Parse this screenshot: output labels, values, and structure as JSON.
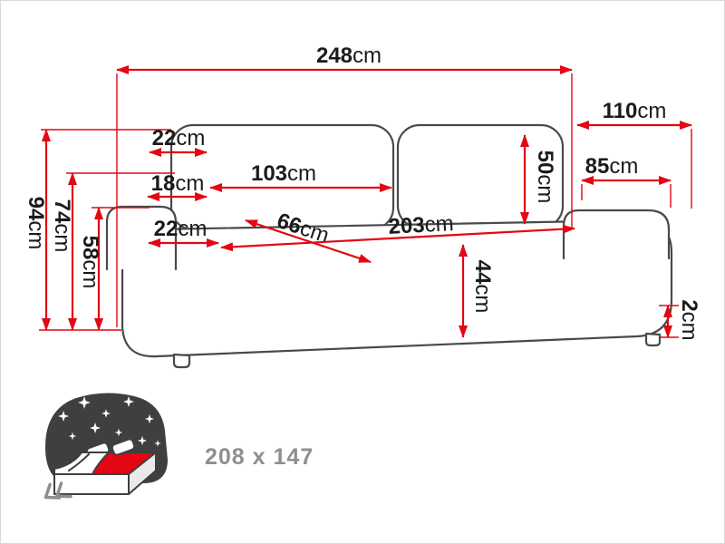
{
  "diagram": {
    "unit": "cm",
    "labels": {
      "total_width": {
        "value": "248",
        "unit": "cm"
      },
      "total_depth": {
        "value": "110",
        "unit": "cm"
      },
      "inner_depth": {
        "value": "85",
        "unit": "cm"
      },
      "total_height": {
        "value": "94",
        "unit": "cm"
      },
      "backrest_height": {
        "value": "74",
        "unit": "cm"
      },
      "armrest_height": {
        "value": "58",
        "unit": "cm"
      },
      "armrest_top_width": {
        "value": "22",
        "unit": "cm"
      },
      "cushion_thickness": {
        "value": "18",
        "unit": "cm"
      },
      "cushion_width": {
        "value": "103",
        "unit": "cm"
      },
      "cushion_height": {
        "value": "50",
        "unit": "cm"
      },
      "armrest_width": {
        "value": "22",
        "unit": "cm"
      },
      "seat_depth": {
        "value": "66",
        "unit": "cm"
      },
      "seat_width": {
        "value": "203",
        "unit": "cm"
      },
      "base_height": {
        "value": "44",
        "unit": "cm"
      },
      "leg_height": {
        "value": "2",
        "unit": "cm"
      }
    },
    "sleeping_area": {
      "label": "208 x 147"
    },
    "colors": {
      "dimension_line": "#e30613",
      "outline": "#4a4a4a",
      "text": "#1b1b1b",
      "icon_dark": "#3f3f3f",
      "icon_red": "#e30613",
      "note": "#8f8f8f"
    }
  }
}
